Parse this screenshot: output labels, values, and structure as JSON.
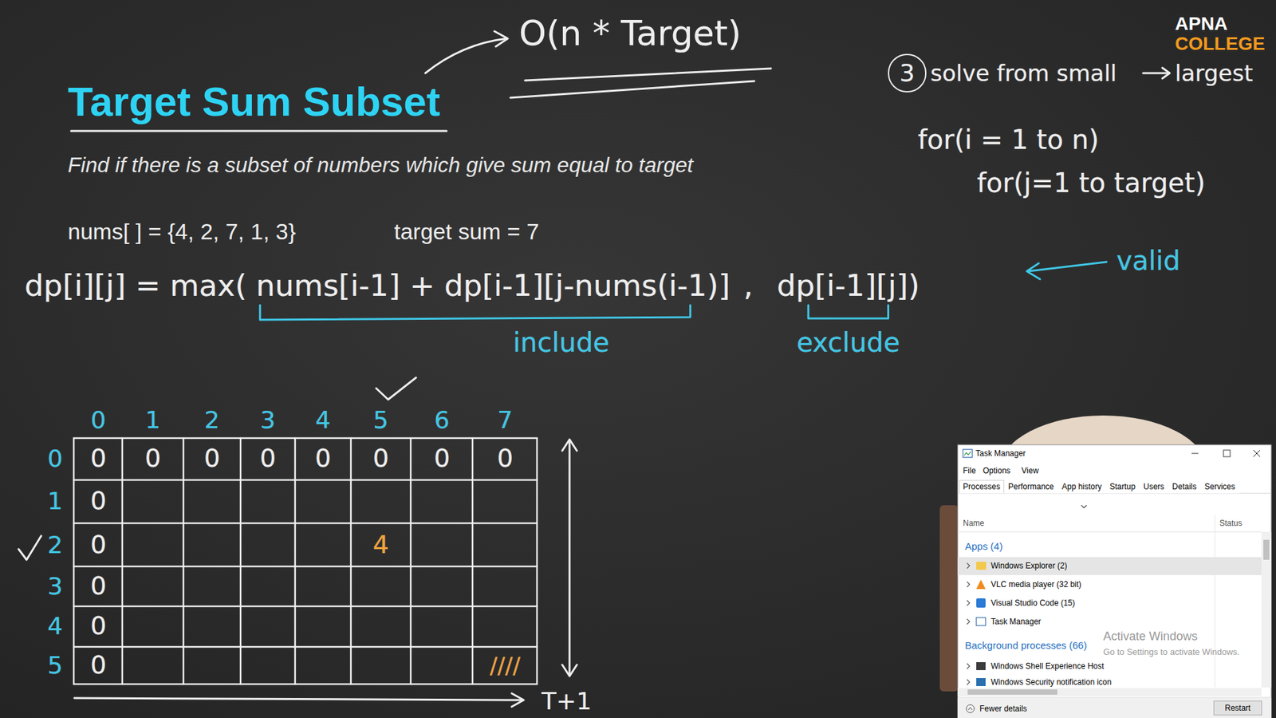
{
  "diagram": {
    "title": "Target Sum Subset",
    "nodes": [
      {
        "text": [
          "3"
        ]
      },
      {
        "text": [
          "Restart"
        ]
      }
    ],
    "labels": [
      "O(n * Target)",
      "solve from small",
      "largest",
      "APNA",
      "COLLEGE",
      "for(i = 1 to n)",
      "for(j=1 to target)",
      "Find if there is a subset of numbers which give sum equal to target",
      "nums[ ] = {4, 2, 7, 1, 3}",
      "target sum = 7",
      "dp[i][j] = max(",
      "nums[i-1] + dp[i-1][j-nums(i-1)]",
      ",",
      "dp[i-1][j])",
      "valid",
      "include",
      "exclude",
      "0",
      "1",
      "2",
      "3",
      "4",
      "5",
      "6",
      "7",
      "0",
      "1",
      "2",
      "3",
      "4",
      "5",
      "0",
      "0",
      "0",
      "0",
      "0",
      "0",
      "0",
      "0",
      "0",
      "0",
      "0",
      "0",
      "0",
      "4",
      "////",
      "T+1",
      "Task Manager",
      "File",
      "Options",
      "View",
      "Processes",
      "Performance",
      "App history",
      "Startup",
      "Users",
      "Details",
      "Services",
      "Name",
      "Status",
      "Apps (4)",
      "Windows Explorer (2)",
      "VLC media player (32 bit)",
      "Visual Studio Code (15)",
      "Task Manager",
      "Activate Windows",
      "Go to Settings to activate Windows.",
      "Background processes (66)",
      "Windows Shell Experience Host",
      "Windows Security notification icon",
      "Fewer details"
    ]
  }
}
